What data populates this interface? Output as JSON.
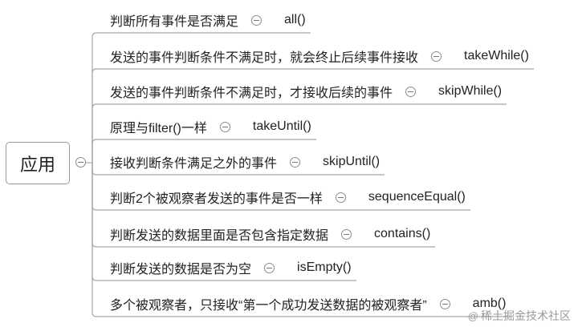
{
  "root": {
    "label": "应用"
  },
  "branches": [
    {
      "label": "判断所有事件是否满足",
      "operator": "all()"
    },
    {
      "label": "发送的事件判断条件不满足时，就会终止后续事件接收",
      "operator": "takeWhile()"
    },
    {
      "label": "发送的事件判断条件不满足时，才接收后续的事件",
      "operator": "skipWhile()"
    },
    {
      "label": "原理与filter()一样",
      "operator": "takeUntil()"
    },
    {
      "label": "接收判断条件满足之外的事件",
      "operator": "skipUntil()"
    },
    {
      "label": "判断2个被观察者发送的事件是否一样",
      "operator": "sequenceEqual()"
    },
    {
      "label": "判断发送的数据里面是否包含指定数据",
      "operator": "contains()"
    },
    {
      "label": "判断发送的数据是否为空",
      "operator": "isEmpty()"
    },
    {
      "label": "多个被观察者，只接收“第一个成功发送数据的被观察者”",
      "operator": "amb()"
    }
  ],
  "watermark": {
    "text": "稀土掘金技术社区"
  },
  "colors": {
    "line": "#a6a6a6",
    "text": "#222222",
    "watermark": "#9a9a9a"
  }
}
